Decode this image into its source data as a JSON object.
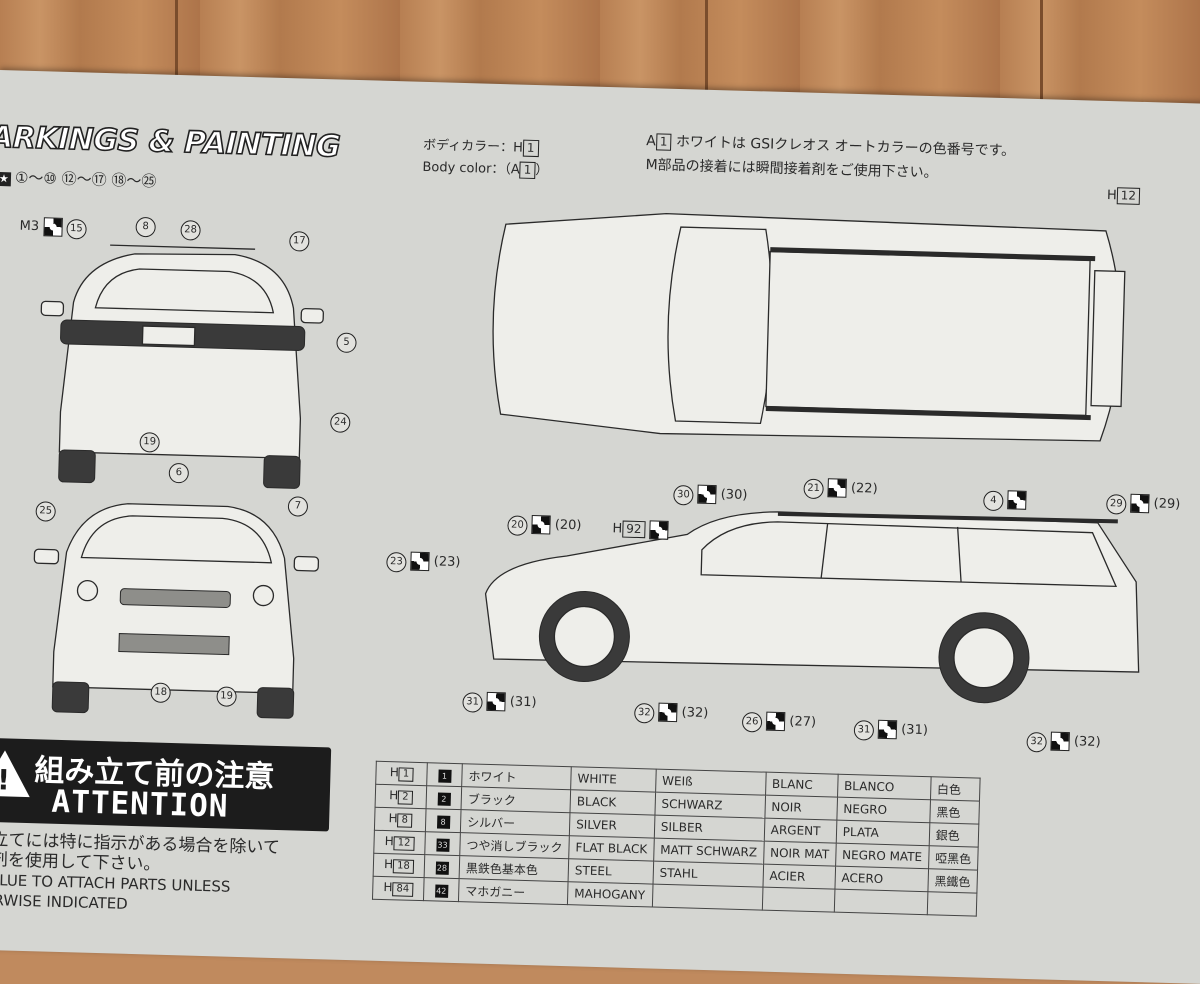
{
  "header": {
    "title": "ARKINGS & PAINTING",
    "decal_scope": "①～⑩ ⑫～⑰ ⑱～㉕",
    "body_color_jp": "ボディカラー：H",
    "body_color_jp_code": "1",
    "body_color_en": "Body color：（A",
    "body_color_en_code": "1",
    "note1_prefix": "A",
    "note1_code": "1",
    "note1_text": "ホワイトは GSIクレオス オートカラーの色番号です。",
    "note2_text": "M部品の接着には瞬間接着剤をご使用下さい。"
  },
  "callouts": {
    "m3": "M3",
    "m3_num": "15",
    "rear_top_left": "8",
    "rear_top_mid": "28",
    "rear_top_right": "17",
    "rear_side": "5",
    "rear_low": "24",
    "rear_bottom": "19",
    "front_top": "6",
    "front_left": "25",
    "front_right": "7",
    "front_bottom_left": "18",
    "front_bottom_right": "19",
    "h12": "H",
    "h12_code": "12",
    "s20": "20",
    "s20b": "(20)",
    "h92": "H",
    "h92_code": "92",
    "s30": "30",
    "s30b": "(30)",
    "s21": "21",
    "s22b": "(22)",
    "s4": "4",
    "s29": "29",
    "s29b": "(29)",
    "s23": "23",
    "s23b": "(23)",
    "s31": "31",
    "s31b": "(31)",
    "s32": "32",
    "s32b": "(32)",
    "s26": "26",
    "s27b": "(27)",
    "s31c": "31",
    "s31d": "(31)",
    "s32c": "32",
    "s32d": "(32)"
  },
  "attention": {
    "jp": "組み立て前の注意",
    "en": "ATTENTION",
    "jp_line1": "み立てには特に指示がある場合を除いて",
    "jp_line2": "着剤を使用して下さい。",
    "en_line1": "E GLUE TO ATTACH PARTS UNLESS",
    "en_line2": "HERWISE INDICATED"
  },
  "color_table": {
    "rows": [
      {
        "code": "H",
        "code_num": "1",
        "chip": "1",
        "jp": "ホワイト",
        "en": "WHITE",
        "de": "WEIß",
        "fr": "BLANC",
        "es": "BLANCO",
        "zh": "白色"
      },
      {
        "code": "H",
        "code_num": "2",
        "chip": "2",
        "jp": "ブラック",
        "en": "BLACK",
        "de": "SCHWARZ",
        "fr": "NOIR",
        "es": "NEGRO",
        "zh": "黑色"
      },
      {
        "code": "H",
        "code_num": "8",
        "chip": "8",
        "jp": "シルバー",
        "en": "SILVER",
        "de": "SILBER",
        "fr": "ARGENT",
        "es": "PLATA",
        "zh": "銀色"
      },
      {
        "code": "H",
        "code_num": "12",
        "chip": "33",
        "jp": "つや消しブラック",
        "en": "FLAT BLACK",
        "de": "MATT SCHWARZ",
        "fr": "NOIR MAT",
        "es": "NEGRO MATE",
        "zh": "啞黑色"
      },
      {
        "code": "H",
        "code_num": "18",
        "chip": "28",
        "jp": "黒鉄色基本色",
        "en": "STEEL",
        "de": "STAHL",
        "fr": "ACIER",
        "es": "ACERO",
        "zh": "黑鐵色"
      },
      {
        "code": "H",
        "code_num": "84",
        "chip": "42",
        "jp": "マホガニー",
        "en": "MAHOGANY",
        "de": "",
        "fr": "",
        "es": "",
        "zh": ""
      }
    ]
  }
}
